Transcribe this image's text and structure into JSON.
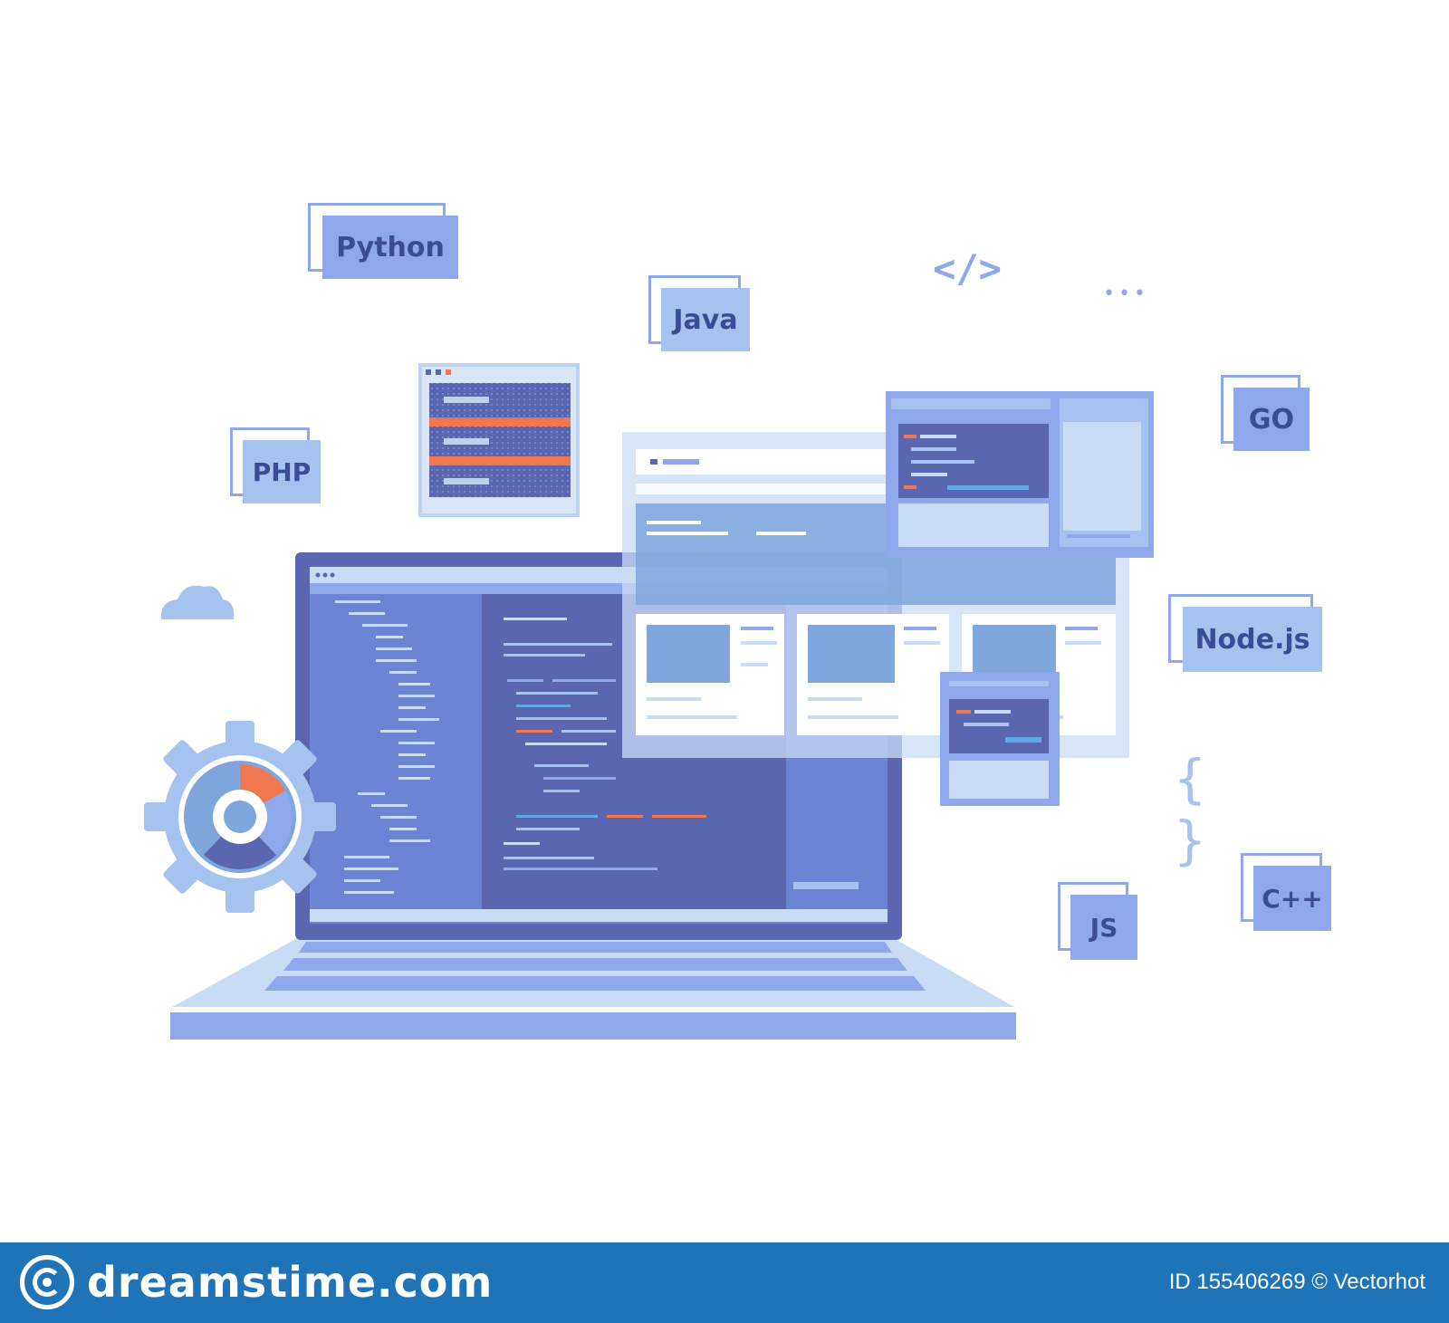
{
  "tags": {
    "python": "Python",
    "java": "Java",
    "php": "PHP",
    "go": "GO",
    "nodejs": "Node.js",
    "js": "JS",
    "cpp": "C++"
  },
  "symbols": {
    "code_tag": "</>",
    "dots": "•••",
    "braces": "{ }"
  },
  "footer": {
    "site": "dreamstime.com",
    "image_id": "ID 155406269",
    "credit": "© Vectorhot"
  },
  "colors": {
    "accent": "#8fa8ec",
    "dark_panel": "#5a67b0",
    "highlight": "#ef7850",
    "footer_bar": "#1f73b7"
  }
}
